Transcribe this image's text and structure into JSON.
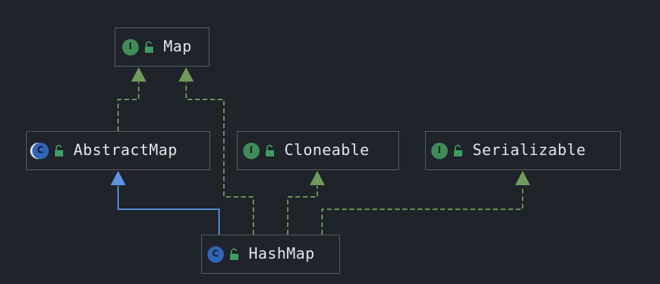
{
  "diagram": {
    "colors": {
      "background": "#1f232a",
      "node_border": "#5c6168",
      "text": "#e3e6ea",
      "implements_edge": "#6f9a5a",
      "extends_edge": "#5d93e0",
      "interface_badge": "#3e8c5a",
      "class_badge": "#2f66b8"
    },
    "nodes": {
      "map": {
        "name": "Map",
        "kind": "interface",
        "badge": "I",
        "icon": "open-lock-icon"
      },
      "abstractmap": {
        "name": "AbstractMap",
        "kind": "abstract-class",
        "badge": "C",
        "icon": "open-lock-icon"
      },
      "cloneable": {
        "name": "Cloneable",
        "kind": "interface",
        "badge": "I",
        "icon": "open-lock-icon"
      },
      "serializable": {
        "name": "Serializable",
        "kind": "interface",
        "badge": "I",
        "icon": "open-lock-icon"
      },
      "hashmap": {
        "name": "HashMap",
        "kind": "class",
        "badge": "C",
        "icon": "open-lock-icon"
      }
    },
    "edges": [
      {
        "from": "AbstractMap",
        "to": "Map",
        "relation": "implements",
        "style": "dashed"
      },
      {
        "from": "HashMap",
        "to": "Map",
        "relation": "implements",
        "style": "dashed"
      },
      {
        "from": "HashMap",
        "to": "AbstractMap",
        "relation": "extends",
        "style": "solid"
      },
      {
        "from": "HashMap",
        "to": "Cloneable",
        "relation": "implements",
        "style": "dashed"
      },
      {
        "from": "HashMap",
        "to": "Serializable",
        "relation": "implements",
        "style": "dashed"
      }
    ]
  }
}
